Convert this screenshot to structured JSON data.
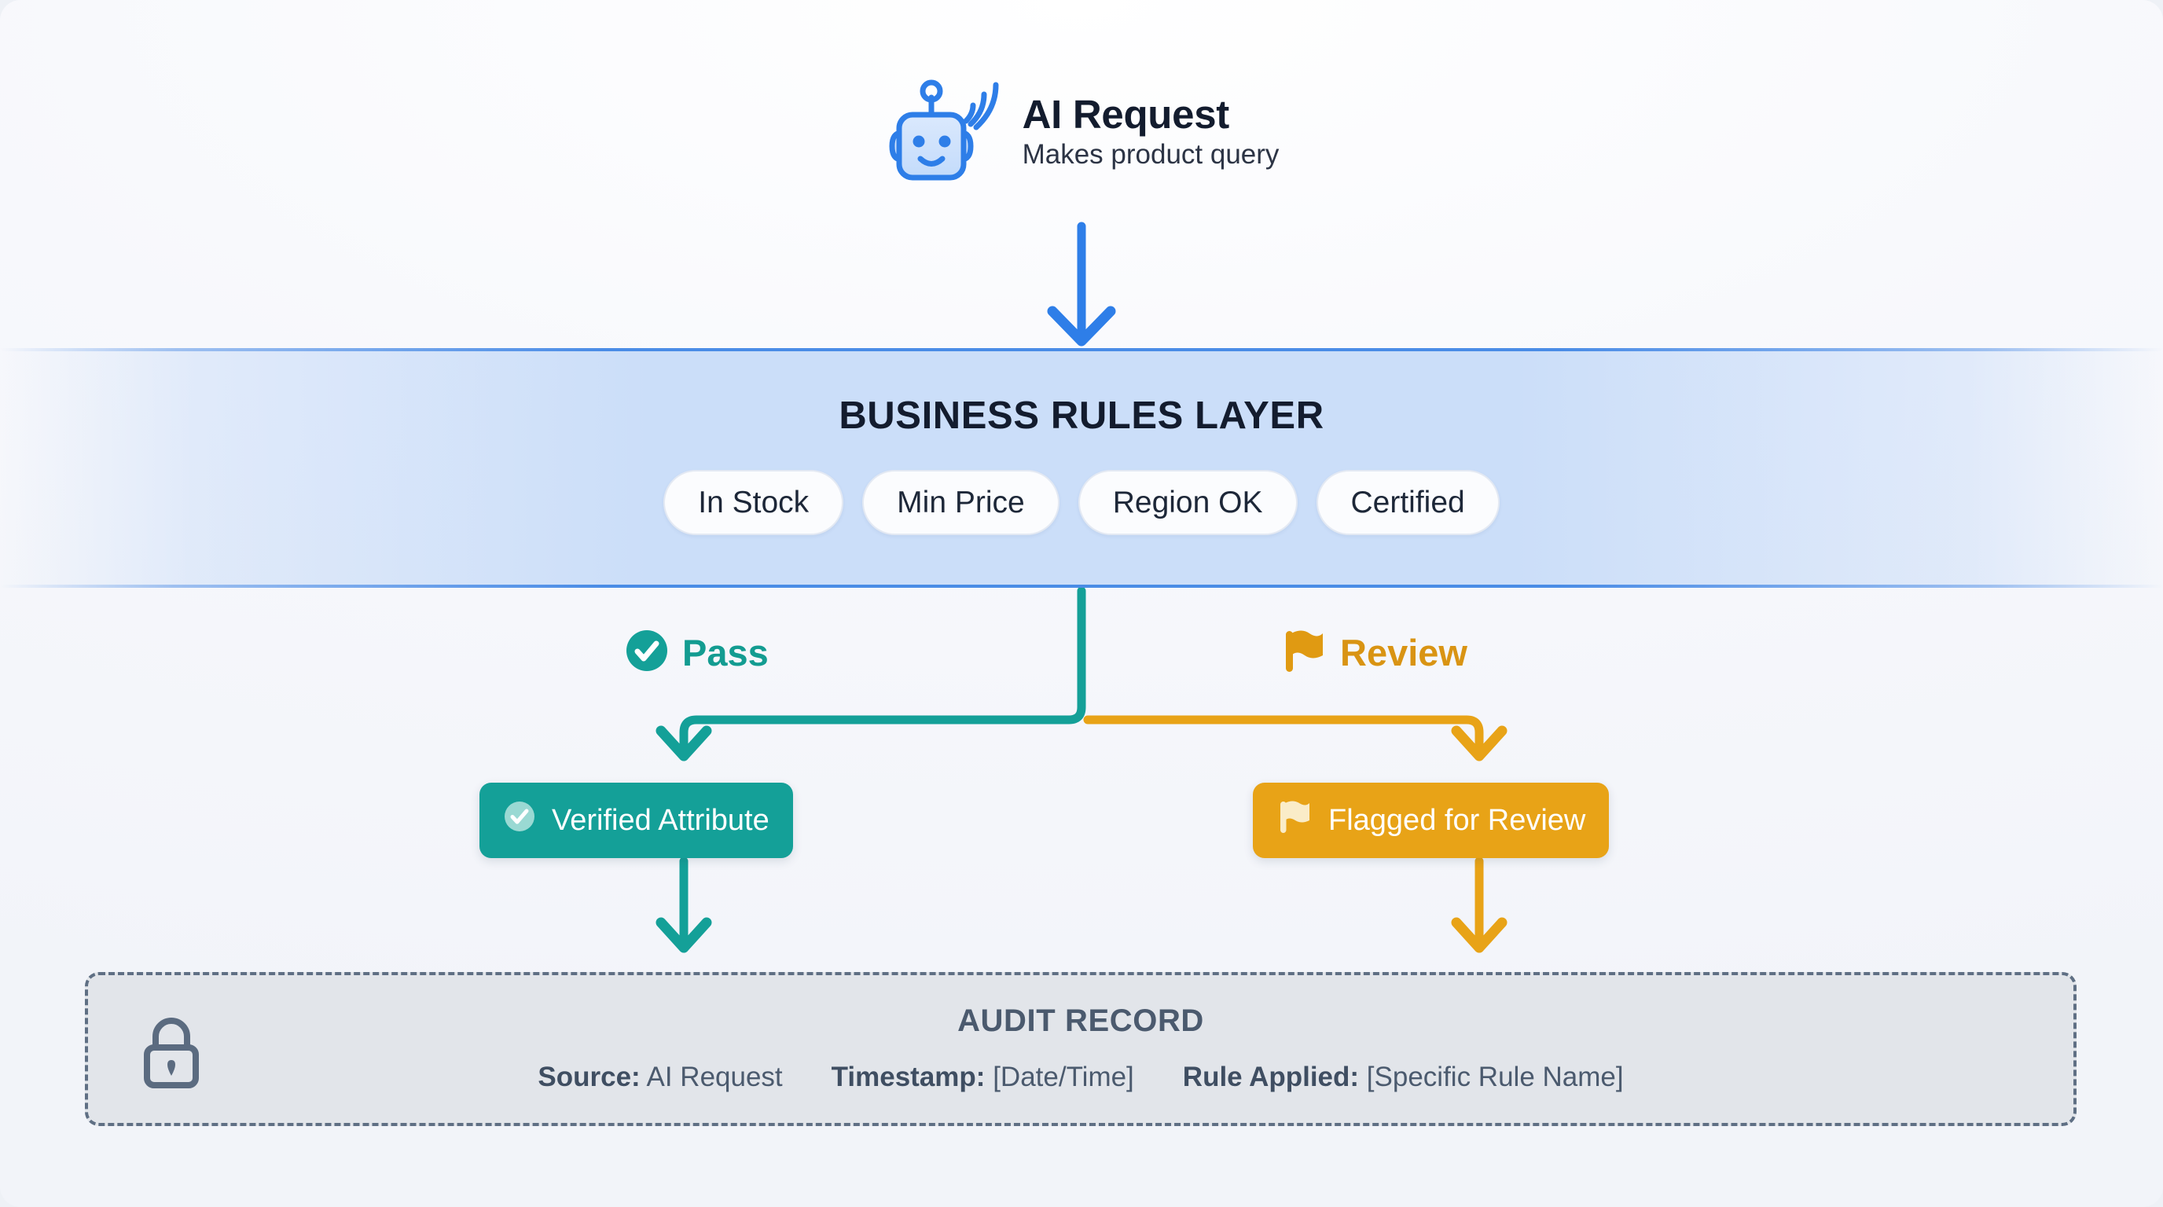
{
  "theme": {
    "background": "#f5f7fb",
    "blue": "#2E7EE8",
    "band_blue": "#CBDEF9",
    "band_border": "#4A8CE6",
    "teal": "#14A098",
    "orange": "#E8A317",
    "audit_fill": "#E2E5EA",
    "audit_border": "#5F6F84",
    "title_color": "#131C2E"
  },
  "source": {
    "icon": "robot-icon",
    "title": "AI Request",
    "subtitle": "Makes product query"
  },
  "flow": {
    "top_arrow": "arrow-down-icon",
    "pass_arrow": "arrow-down-icon",
    "review_arrow": "arrow-down-icon",
    "verified_arrow": "arrow-down-icon",
    "flagged_arrow": "arrow-down-icon"
  },
  "rules_layer": {
    "title": "BUSINESS RULES LAYER",
    "pills": [
      {
        "label": "In Stock"
      },
      {
        "label": "Min Price"
      },
      {
        "label": "Region OK"
      },
      {
        "label": "Certified"
      }
    ]
  },
  "branches": {
    "pass": {
      "icon": "check-circle-icon",
      "label": "Pass"
    },
    "review": {
      "icon": "flag-icon",
      "label": "Review"
    }
  },
  "outcomes": {
    "verified": {
      "icon": "check-circle-icon",
      "label": "Verified Attribute"
    },
    "flagged": {
      "icon": "flag-icon",
      "label": "Flagged for Review"
    }
  },
  "audit": {
    "icon": "lock-icon",
    "title": "AUDIT RECORD",
    "fields": [
      {
        "key": "Source:",
        "value": "AI Request"
      },
      {
        "key": "Timestamp:",
        "value": "[Date/Time]"
      },
      {
        "key": "Rule Applied:",
        "value": "[Specific Rule Name]"
      }
    ]
  }
}
